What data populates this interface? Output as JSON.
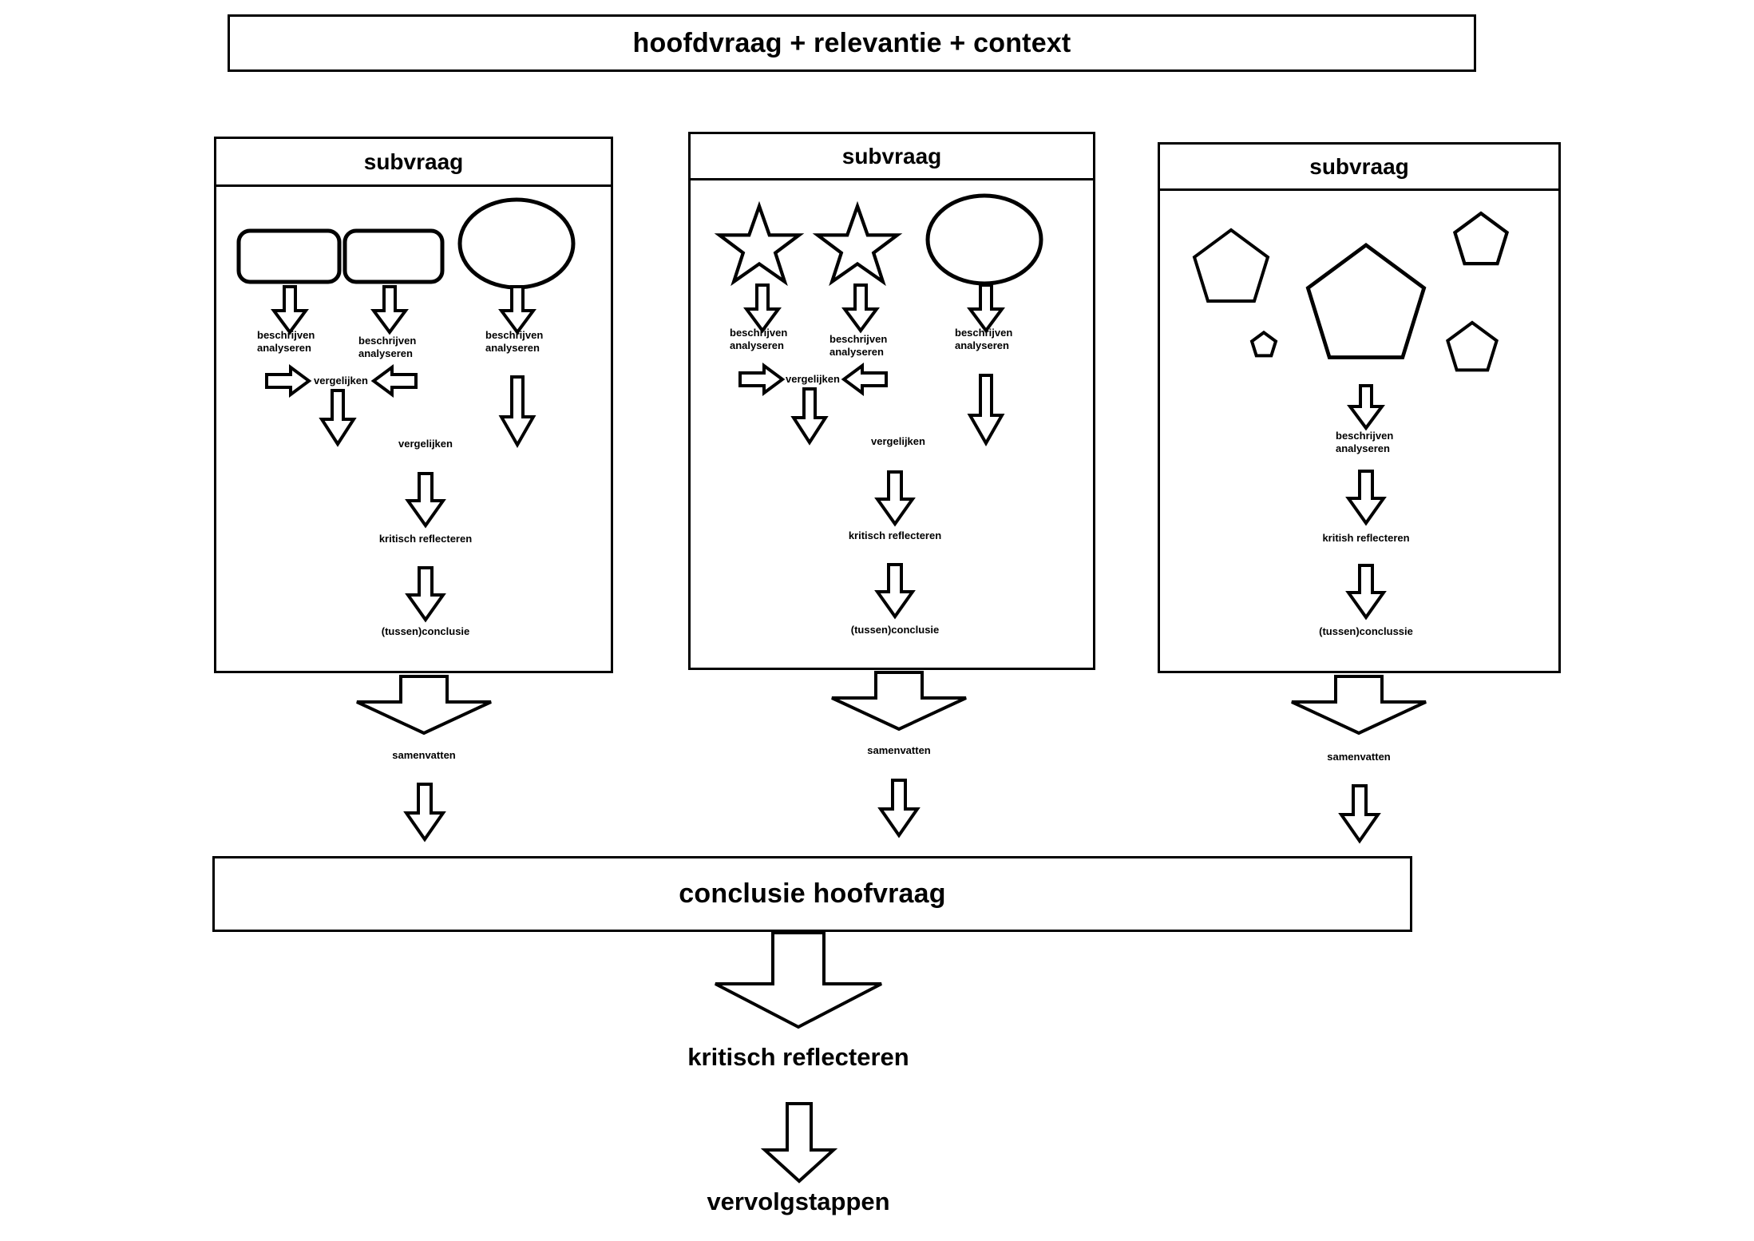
{
  "diagram": {
    "title_box": {
      "label": "hoofdvraag + relevantie + context"
    },
    "conclusion_box": {
      "label": "conclusie hoofvraag"
    },
    "final_steps": [
      {
        "label": "kritisch reflecteren"
      },
      {
        "label": "vervolgstappen"
      }
    ],
    "columns": [
      {
        "header": "subvraag",
        "shapes": [
          {
            "kind": "rounded-rect"
          },
          {
            "kind": "rounded-rect"
          },
          {
            "kind": "ellipse"
          }
        ],
        "captions": {
          "analyse_left": "beschrijven\nanalyseren",
          "analyse_middle": "beschrijven\nanalyseren",
          "analyse_right": "beschrijven\nanalyseren",
          "compare_inline": "vergelijken",
          "compare_lower": "vergelijken",
          "reflect": "kritisch reflecteren",
          "conclusion": "(tussen)conclusie"
        },
        "summary_caption": "samenvatten"
      },
      {
        "header": "subvraag",
        "shapes": [
          {
            "kind": "star"
          },
          {
            "kind": "star"
          },
          {
            "kind": "ellipse"
          }
        ],
        "captions": {
          "analyse_left": "beschrijven\nanalyseren",
          "analyse_middle": "beschrijven\nanalyseren",
          "analyse_right": "beschrijven\nanalyseren",
          "compare_inline": "vergelijken",
          "compare_lower": "vergelijken",
          "reflect": "kritisch reflecteren",
          "conclusion": "(tussen)conclusie"
        },
        "summary_caption": "samenvatten"
      },
      {
        "header": "subvraag",
        "shapes": [
          {
            "kind": "pentagon"
          },
          {
            "kind": "pentagon"
          },
          {
            "kind": "pentagon"
          },
          {
            "kind": "pentagon"
          },
          {
            "kind": "pentagon"
          }
        ],
        "captions": {
          "analyse_center": "beschrijven\nanalyseren",
          "reflect": "kritish reflecteren",
          "conclusion": "(tussen)conclussie"
        },
        "summary_caption": "samenvatten"
      }
    ],
    "colors": {
      "stroke": "#000000",
      "fill": "#ffffff",
      "background": "#ffffff",
      "text": "#000000"
    }
  }
}
